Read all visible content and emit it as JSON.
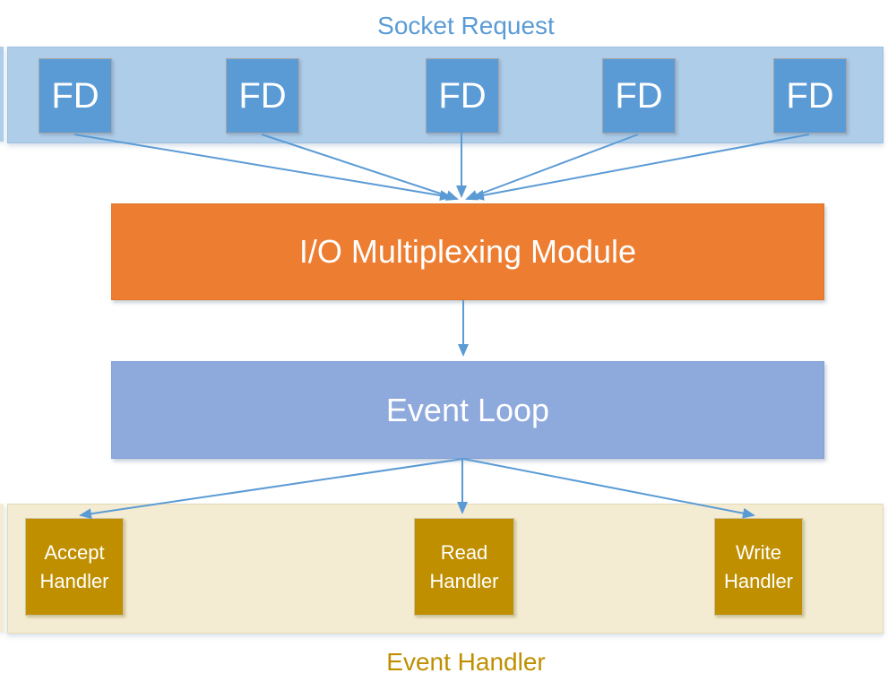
{
  "colors": {
    "accent_blue": "#5B9BD5",
    "band_blue": "#AECDE9",
    "orange": "#ED7D31",
    "periwinkle": "#8EA9DC",
    "cream": "#F4ECD2",
    "gold": "#BF8F00",
    "border_gray": "#A6A6A6"
  },
  "diagram": {
    "socket_section": {
      "title": "Socket Request",
      "fd_boxes": [
        {
          "label": "FD"
        },
        {
          "label": "FD"
        },
        {
          "label": "FD"
        },
        {
          "label": "FD"
        },
        {
          "label": "FD"
        }
      ]
    },
    "multiplexing_module": {
      "label": "I/O Multiplexing Module"
    },
    "event_loop": {
      "label": "Event Loop"
    },
    "event_handler_section": {
      "title": "Event Handler",
      "handlers": [
        {
          "label": "Accept Handler"
        },
        {
          "label": "Read Handler"
        },
        {
          "label": "Write Handler"
        }
      ]
    }
  }
}
